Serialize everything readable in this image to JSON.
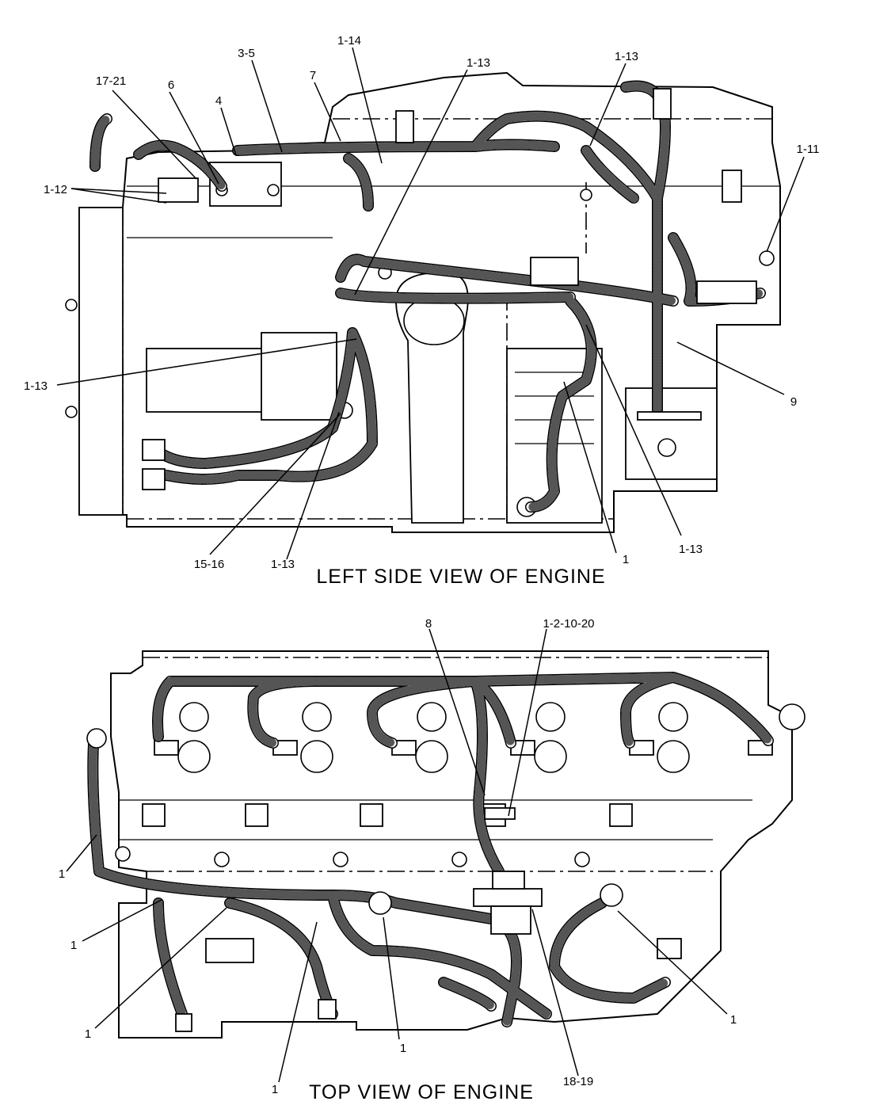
{
  "left_view": {
    "title": "LEFT SIDE VIEW OF ENGINE",
    "callouts": {
      "c_17_21": "17-21",
      "c_6": "6",
      "c_3_5": "3-5",
      "c_4": "4",
      "c_7": "7",
      "c_1_14": "1-14",
      "c_1_13_top": "1-13",
      "c_1_13_topright": "1-13",
      "c_1_11": "1-11",
      "c_1_12": "1-12",
      "c_1_13_left": "1-13",
      "c_9": "9",
      "c_15_16": "15-16",
      "c_1_13_bottom": "1-13",
      "c_1": "1",
      "c_1_13_right": "1-13"
    }
  },
  "top_view": {
    "title": "TOP VIEW OF ENGINE",
    "callouts": {
      "c_8": "8",
      "c_1_2_10_20": "1-2-10-20",
      "c_1_a": "1",
      "c_1_b": "1",
      "c_1_c": "1",
      "c_1_d": "1",
      "c_1_e": "1",
      "c_1_f": "1",
      "c_18_19": "18-19"
    }
  }
}
